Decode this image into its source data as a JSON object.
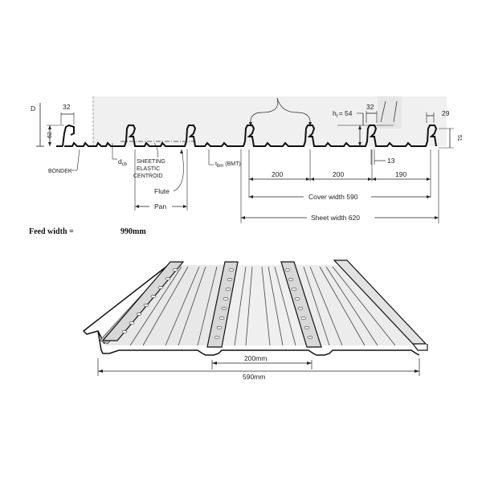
{
  "section_drawing": {
    "labels": {
      "d": "D",
      "dim_32_left": "32",
      "dim_62": "62",
      "bondek": "BONDEK",
      "dcb": "d",
      "dcb_sub": "cb",
      "sheeting_centroid": [
        "SHEETING",
        "ELASTIC",
        "CENTROID"
      ],
      "flute": "Flute",
      "pan": "Pan",
      "tbm": "t",
      "tbm_sub": "bm",
      "tbm_note": "(BMT)",
      "hr": "h",
      "hr_sub": "r",
      "hr_value": "= 54",
      "dim_32_right": "32",
      "dim_29": "29",
      "dim_51": "51",
      "dim_13": "13",
      "dim_200_a": "200",
      "dim_200_b": "200",
      "dim_190": "190",
      "cover_width": "Cover width 590",
      "sheet_width": "Sheet width 620"
    }
  },
  "feed_width": {
    "label": "Feed width =",
    "value": "990mm"
  },
  "isometric_drawing": {
    "dim_pitch": "200mm",
    "dim_cover": "590mm"
  }
}
